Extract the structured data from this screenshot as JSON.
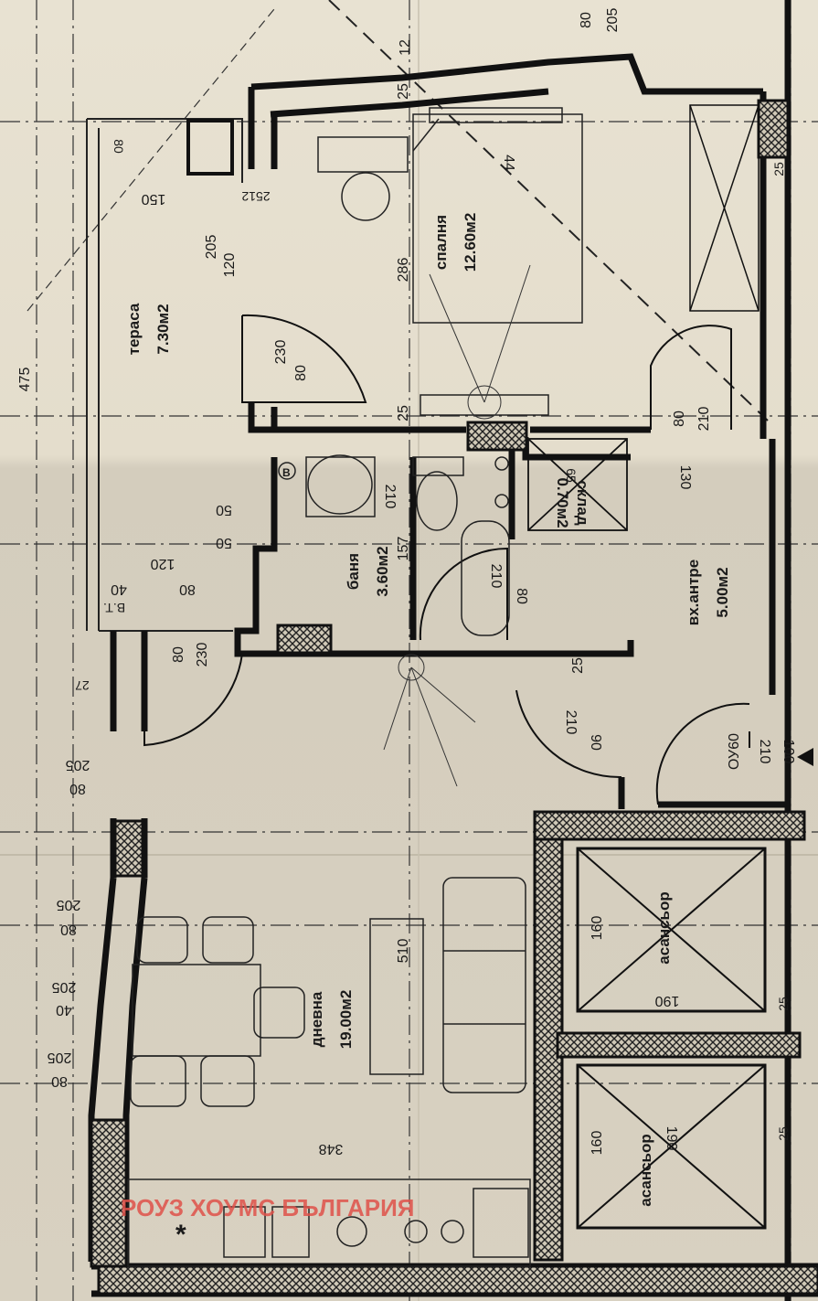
{
  "colors": {
    "paper_top": "#e6e0cf",
    "paper_bottom": "#d6cfbf",
    "line": "#1a1a1a",
    "watermark": "#e0524a"
  },
  "rooms": {
    "bedroom": {
      "name": "спалня",
      "area": "12.60м2"
    },
    "terrace": {
      "name": "тераса",
      "area": "7.30м2"
    },
    "bathroom": {
      "name": "баня",
      "area": "3.60м2"
    },
    "storage": {
      "name": "склад",
      "area": "0.70м2"
    },
    "hall": {
      "name": "вх.антре",
      "area": "5.00м2"
    },
    "living": {
      "name": "дневна",
      "area": "19.00м2"
    },
    "elevator_top": {
      "name": "асансьор"
    },
    "elevator_bottom": {
      "name": "асансьор"
    }
  },
  "dims": {
    "d_12": "12",
    "d_80_top": "80",
    "d_205_top": "205",
    "d_25_a": "25",
    "d_44": "44",
    "d_286": "286",
    "d_150": "150",
    "d_80_terrace": "80",
    "d_2512": "2512",
    "d_205_t": "205",
    "d_120_t": "120",
    "d_230_t": "230",
    "d_80_door": "80",
    "d_475": "475",
    "d_25_b": "25",
    "d_80_hall": "80",
    "d_210_hall": "210",
    "d_25_c": "25",
    "d_210_bath": "210",
    "d_157": "157",
    "d_65": "65",
    "d_130": "130",
    "d_50_a": "50",
    "d_50_b": "50",
    "d_120_mid": "120",
    "d_80_mid": "80",
    "d_40_mid": "40",
    "d_vt": "В.Т.",
    "d_210_b": "210",
    "d_80_b": "80",
    "d_80_liv": "80",
    "d_230_liv": "230",
    "d_27": "27",
    "d_25_d": "25",
    "d_210_e": "210",
    "d_90_e": "90",
    "d_oy60": "ОУ60",
    "d_210_f": "210",
    "d_100_f": "100",
    "d_205_l1": "205",
    "d_80_l1": "80",
    "d_205_l2": "205",
    "d_80_l2": "80",
    "d_205_l3": "205",
    "d_40_l3": "40",
    "d_205_l4": "205",
    "d_80_l4": "80",
    "d_510": "510",
    "d_348": "348",
    "d_160_a": "160",
    "d_190_a": "190",
    "d_25_e": "25",
    "d_160_b": "160",
    "d_190_b": "190",
    "d_25_f": "25"
  },
  "symbols": {
    "boiler": "B",
    "asterisk": "*"
  },
  "watermark": "РОУЗ ХОУМС БЪЛГАРИЯ"
}
